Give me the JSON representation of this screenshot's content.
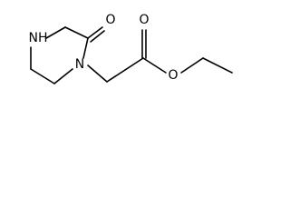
{
  "molecule": {
    "atoms": {
      "nh": "NH",
      "n": "N",
      "o_ring": "O",
      "o_carbonyl": "O",
      "o_ester": "O"
    },
    "colors": {
      "ink": "#000000",
      "background": "#ffffff"
    }
  }
}
